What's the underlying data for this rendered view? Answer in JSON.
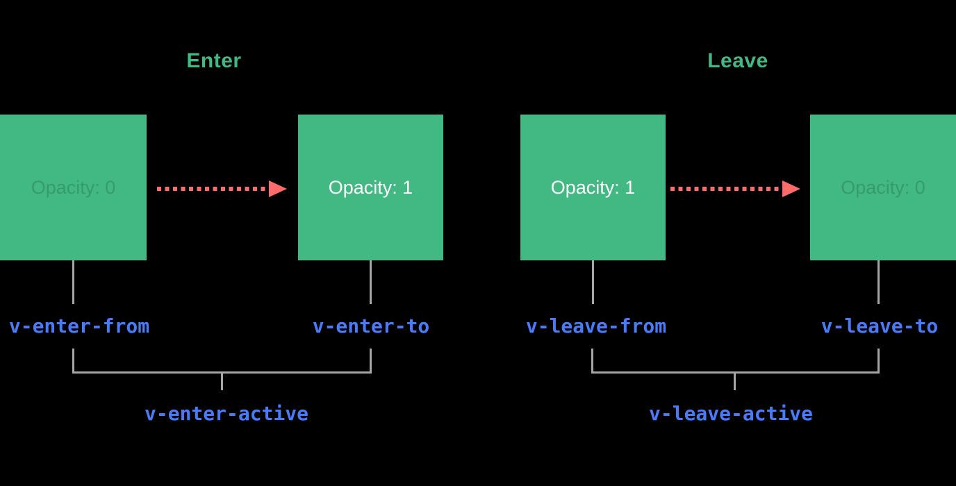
{
  "diagram": {
    "enter": {
      "title": "Enter",
      "from_box_label": "Opacity: 0",
      "to_box_label": "Opacity: 1",
      "from_class": "v-enter-from",
      "to_class": "v-enter-to",
      "active_class": "v-enter-active"
    },
    "leave": {
      "title": "Leave",
      "from_box_label": "Opacity: 1",
      "to_box_label": "Opacity: 0",
      "from_class": "v-leave-from",
      "to_class": "v-leave-to",
      "active_class": "v-leave-active"
    },
    "colors": {
      "background": "#000000",
      "box_green": "#42b883",
      "title_green": "#42b883",
      "arrow_red": "#ff6b6b",
      "class_label_blue": "#4a7bf7",
      "connector_gray": "#a6a6a6",
      "box_text_white": "#ffffff"
    }
  }
}
